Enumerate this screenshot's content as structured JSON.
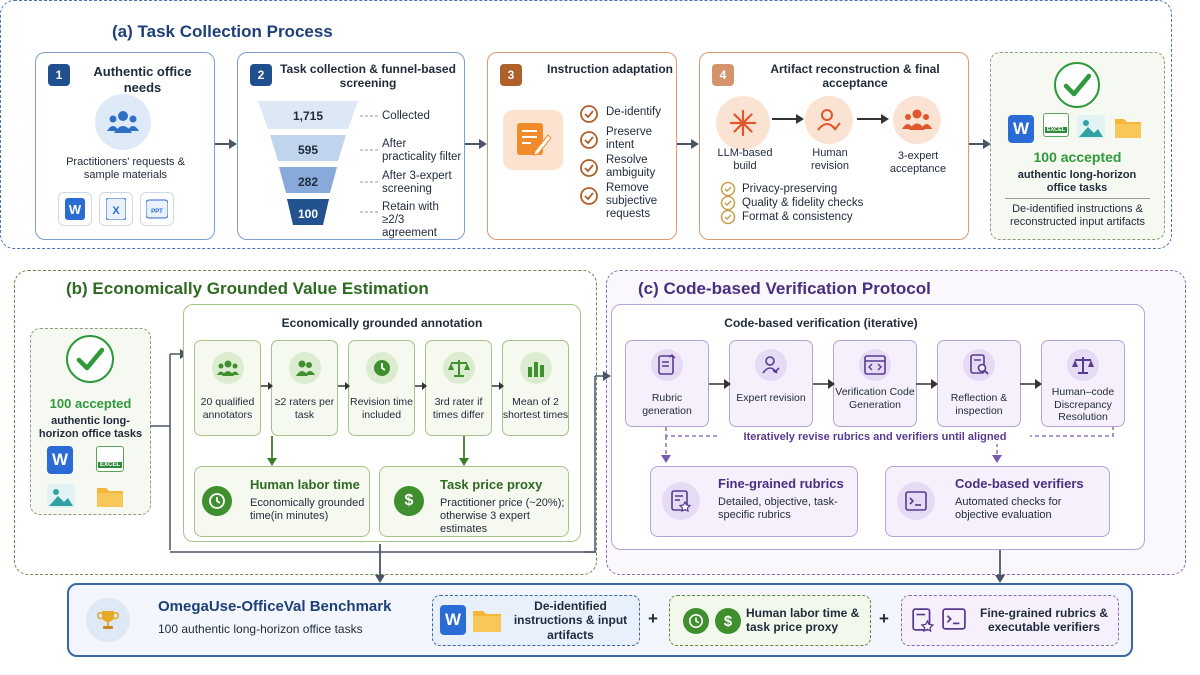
{
  "section_a": {
    "title": "(a)  Task Collection Process",
    "step1": {
      "num": "1",
      "title": "Authentic office needs",
      "desc": "Practitioners' requests & sample materials"
    },
    "step2": {
      "num": "2",
      "title": "Task collection & funnel-based screening",
      "funnel": [
        {
          "value": "1,715",
          "label": "Collected"
        },
        {
          "value": "595",
          "label": "After practicality filter"
        },
        {
          "value": "282",
          "label": "After 3-expert screening"
        },
        {
          "value": "100",
          "label": "Retain with ≥2/3 agreement"
        }
      ]
    },
    "step3": {
      "num": "3",
      "title": "Instruction adaptation",
      "items": [
        "De-identify",
        "Preserve intent",
        "Resolve ambiguity",
        "Remove subjective requests"
      ]
    },
    "step4": {
      "num": "4",
      "title": "Artifact reconstruction & final acceptance",
      "flow": [
        "LLM-based build",
        "Human revision",
        "3-expert acceptance"
      ],
      "checks": [
        "Privacy-preserving",
        "Quality & fidelity checks",
        "Format & consistency"
      ]
    },
    "result": {
      "accepted": "100 accepted",
      "desc": "authentic long-horizon office tasks",
      "note": "De-identified instructions & reconstructed input artifacts"
    }
  },
  "section_b": {
    "title": "(b) Economically Grounded Value Estimation",
    "left": {
      "accepted": "100 accepted",
      "desc": "authentic long-horizon office tasks"
    },
    "annotation_title": "Economically grounded annotation",
    "steps": [
      "20 qualified annotators",
      "≥2 raters per task",
      "Revision time included",
      "3rd rater if times differ",
      "Mean of 2 shortest times"
    ],
    "labor": {
      "title": "Human labor time",
      "desc": "Economically grounded time(in minutes)"
    },
    "price": {
      "title": "Task price proxy",
      "desc": "Practitioner price (~20%); otherwise 3 expert estimates"
    }
  },
  "section_c": {
    "title": "(c) Code-based Verification Protocol",
    "box_title": "Code-based verification  (iterative)",
    "steps": [
      "Rubric generation",
      "Expert revision",
      "Verification Code Generation",
      "Reflection & inspection",
      "Human–code Discrepancy Resolution"
    ],
    "loop": "Iteratively revise rubrics and verifiers until aligned",
    "rubrics": {
      "title": "Fine-grained rubrics",
      "desc": "Detailed, objective, task-specific rubrics"
    },
    "verifiers": {
      "title": "Code-based verifiers",
      "desc": "Automated checks for objective evaluation"
    }
  },
  "bottom": {
    "title": "OmegaUse-OfficeVal Benchmark",
    "subtitle": "100 authentic long-horizon office tasks",
    "pill1": "De-identified instructions & input artifacts",
    "pill2": "Human labor time & task price proxy",
    "pill3": "Fine-grained rubrics & executable verifiers",
    "plus": "+"
  },
  "file_labels": {
    "excel": "EXCEL",
    "ppt": "PPT",
    "x": "X",
    "w": "W"
  },
  "colors": {
    "blue": "#2d5a9e",
    "orange": "#b0602a",
    "green": "#3a7d2c",
    "purple": "#6b4aa0"
  }
}
